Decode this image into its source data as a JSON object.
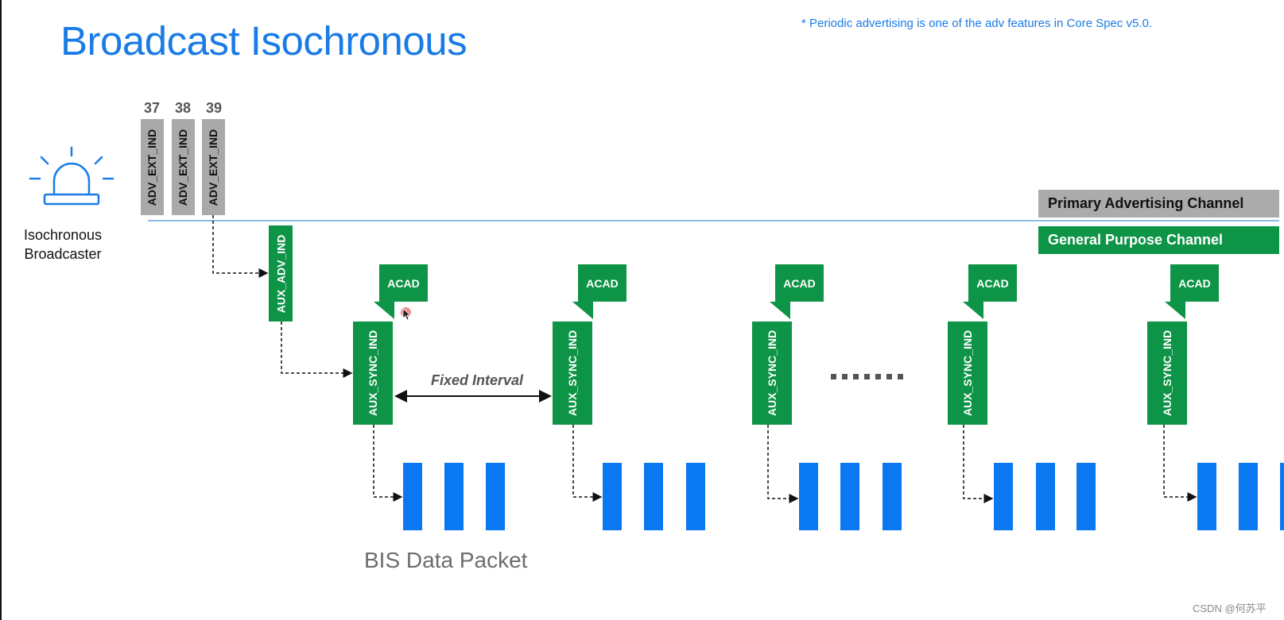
{
  "title": "Broadcast Isochronous",
  "footnote": "* Periodic advertising is one of the adv features in Core Spec v5.0.",
  "broadcaster": {
    "label_line1": "Isochronous",
    "label_line2": "Broadcaster",
    "icon": "siren-icon"
  },
  "channels": {
    "primary": "Primary Advertising Channel",
    "general": "General Purpose Channel"
  },
  "adv_channel_numbers": [
    "37",
    "38",
    "39"
  ],
  "adv_ext_ind": "ADV_EXT_IND",
  "aux_adv_ind": "AUX_ADV_IND",
  "aux_sync_ind": "AUX_SYNC_IND",
  "acad": "ACAD",
  "fixed_interval": "Fixed Interval",
  "bis_data_packet": "BIS Data Packet",
  "watermark": "CSDN @何苏平",
  "colors": {
    "title_blue": "#1a7be6",
    "green": "#0e9446",
    "grey": "#a9a9a9",
    "bis_blue": "#0a78f0",
    "line_blue": "#4a90d9"
  }
}
